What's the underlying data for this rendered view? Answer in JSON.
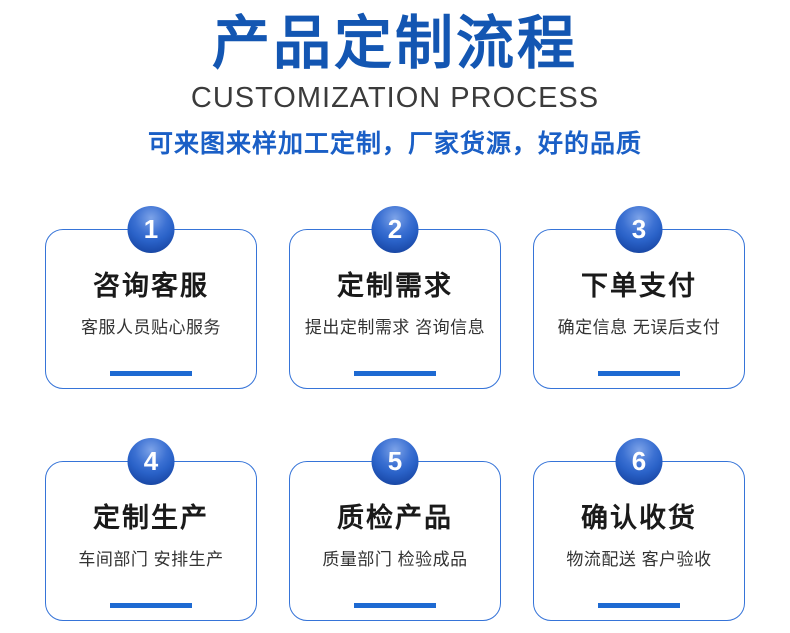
{
  "header": {
    "title": "产品定制流程",
    "subtitle": "CUSTOMIZATION PROCESS",
    "tagline": "可来图来样加工定制，厂家货源，好的品质"
  },
  "steps": [
    {
      "number": "1",
      "title": "咨询客服",
      "description": "客服人员贴心服务"
    },
    {
      "number": "2",
      "title": "定制需求",
      "description": "提出定制需求 咨询信息"
    },
    {
      "number": "3",
      "title": "下单支付",
      "description": "确定信息 无误后支付"
    },
    {
      "number": "4",
      "title": "定制生产",
      "description": "车间部门 安排生产"
    },
    {
      "number": "5",
      "title": "质检产品",
      "description": "质量部门 检验成品"
    },
    {
      "number": "6",
      "title": "确认收货",
      "description": "物流配送 客户验收"
    }
  ],
  "colors": {
    "title_blue": "#1356b2",
    "subtitle_gray": "#3b3b3b",
    "tagline_blue": "#1a5fc6",
    "card_border_blue": "#3674d8",
    "badge_fill_blue": "#2a62c8",
    "badge_rim_navy": "#123a86",
    "underline_blue": "#1e6ad2",
    "card_title_dark": "#1a1a1a",
    "card_desc_gray": "#333333"
  }
}
